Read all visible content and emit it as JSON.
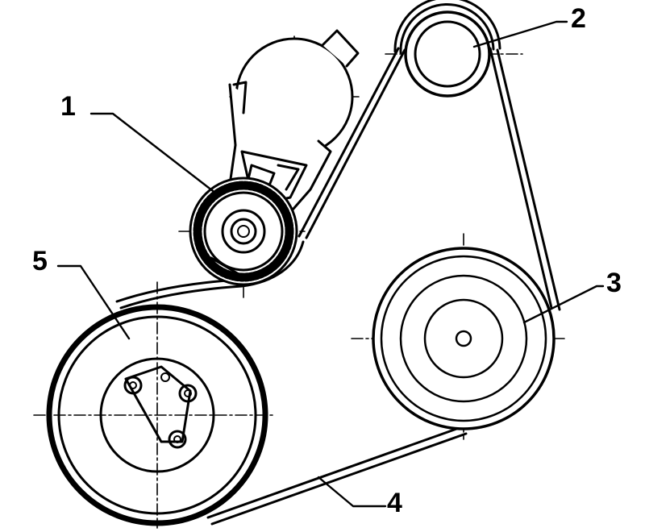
{
  "diagram": {
    "callouts": [
      "1",
      "2",
      "3",
      "4",
      "5"
    ]
  },
  "colors": {
    "ink": "#000000",
    "paper": "#ffffff"
  }
}
